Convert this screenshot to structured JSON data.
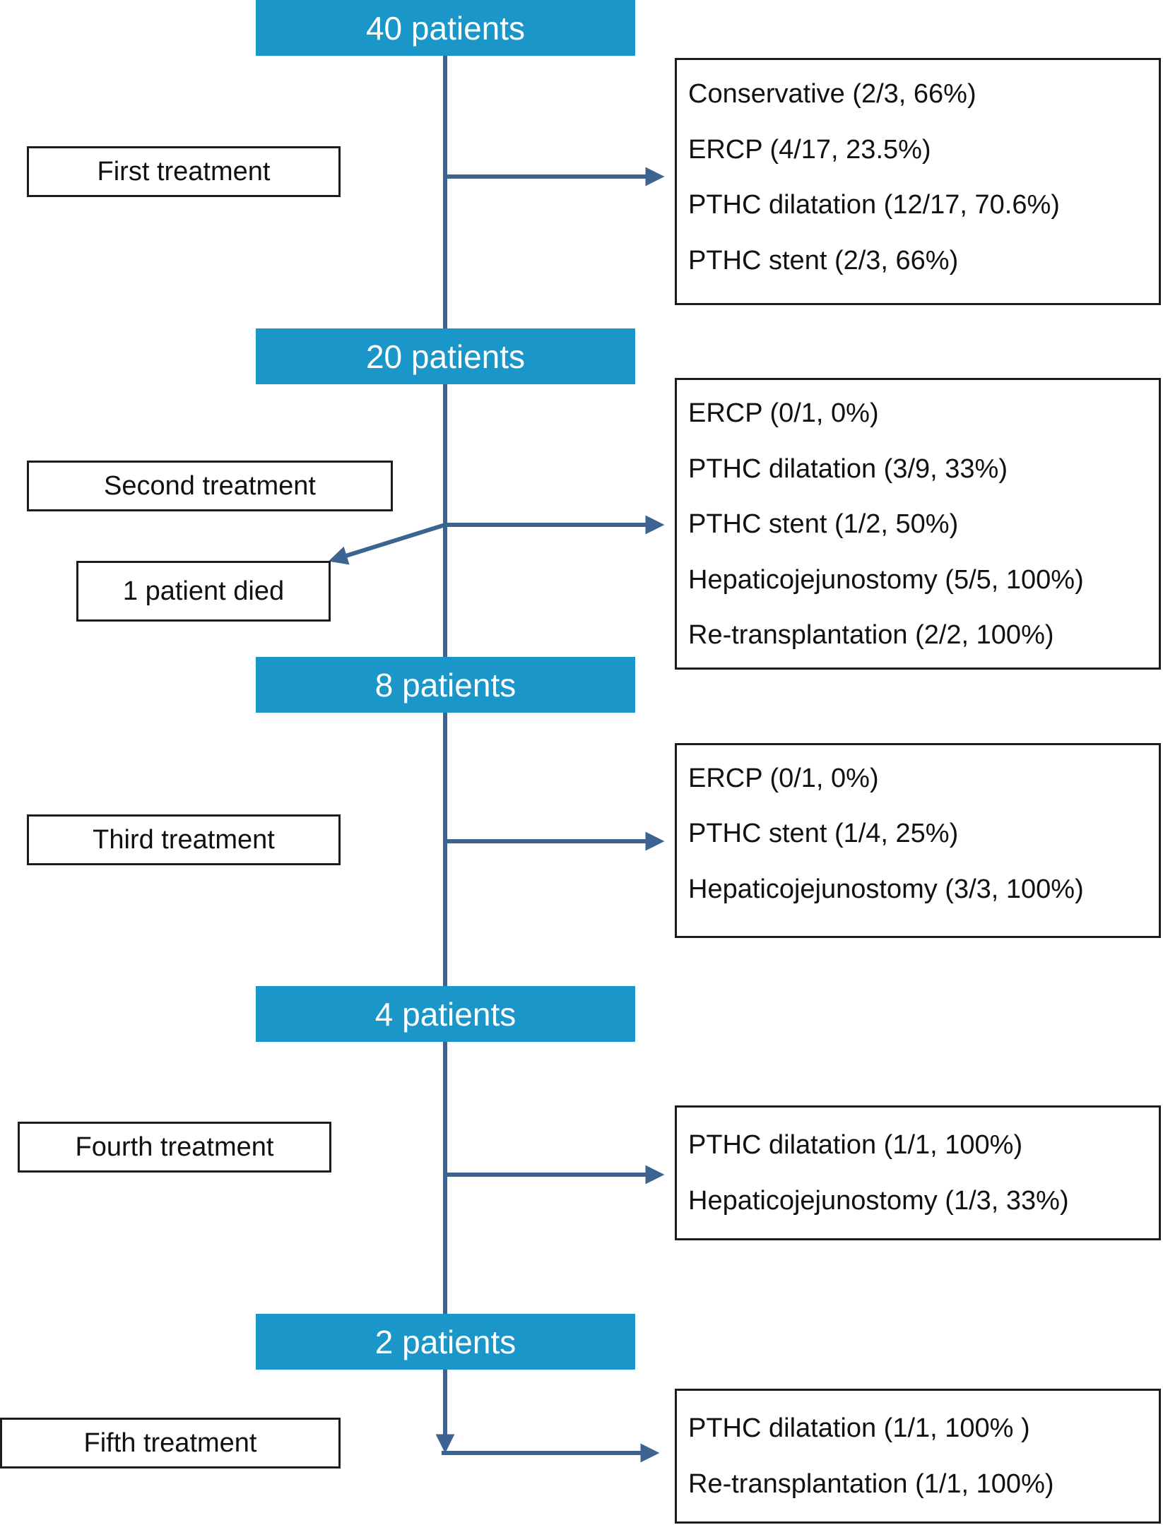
{
  "colors": {
    "count_box": "#1a96c9",
    "connector": "#3d6490",
    "box_border": "#1c1c1c"
  },
  "stages": [
    {
      "count": "40 patients",
      "treatment": "First treatment",
      "results": [
        "Conservative (2/3, 66%)",
        "ERCP (4/17, 23.5%)",
        "PTHC dilatation (12/17, 70.6%)",
        "PTHC stent (2/3, 66%)"
      ]
    },
    {
      "count": "20 patients",
      "treatment": "Second treatment",
      "side_note": "1 patient died",
      "results": [
        "ERCP (0/1, 0%)",
        "PTHC dilatation  (3/9, 33%)",
        "PTHC stent (1/2, 50%)",
        "Hepaticojejunostomy (5/5, 100%)",
        "Re-transplantation (2/2, 100%)"
      ]
    },
    {
      "count": "8 patients",
      "treatment": "Third treatment",
      "results": [
        "ERCP (0/1, 0%)",
        "PTHC stent (1/4, 25%)",
        "Hepaticojejunostomy (3/3, 100%)"
      ]
    },
    {
      "count": "4 patients",
      "treatment": "Fourth treatment",
      "results": [
        "PTHC dilatation (1/1, 100%)",
        "Hepaticojejunostomy (1/3, 33%)"
      ]
    },
    {
      "count": "2 patients",
      "treatment": "Fifth treatment",
      "results": [
        "PTHC dilatation (1/1, 100% )",
        "Re-transplantation (1/1, 100%)"
      ]
    }
  ]
}
